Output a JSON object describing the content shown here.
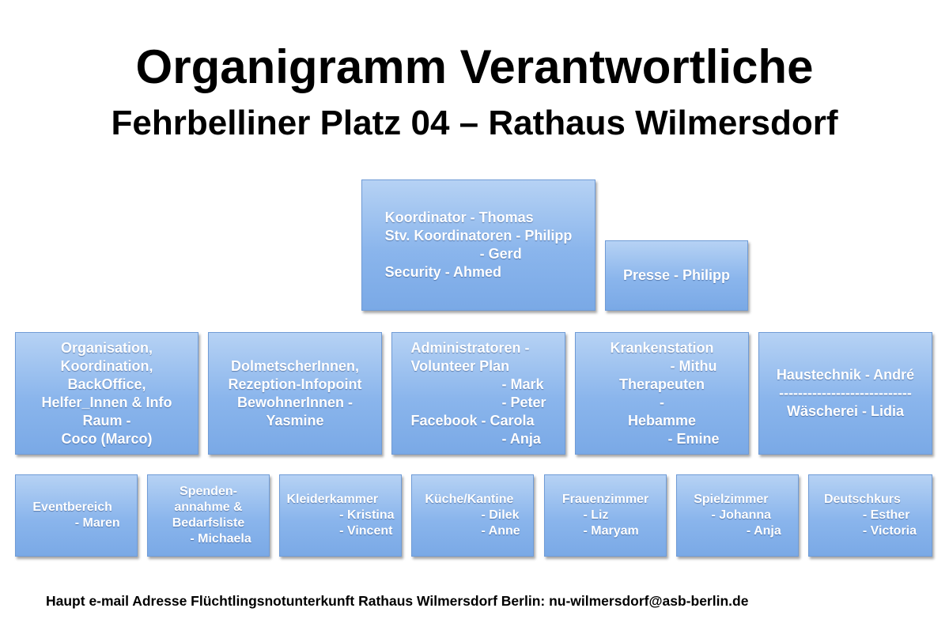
{
  "header": {
    "title": "Organigramm Verantwortliche",
    "subtitle": "Fehrbelliner Platz 04 – Rathaus Wilmersdorf"
  },
  "boxes": {
    "top_coordinator": {
      "text": "Koordinator - Thomas\nStv. Koordinatoren - Philipp\n                        - Gerd\nSecurity - Ahmed"
    },
    "top_press": {
      "text": "Presse - Philipp"
    },
    "mid_organisation": {
      "text": "Organisation,\nKoordination,\nBackOffice,\nHelfer_Innen & Info\nRaum -\nCoco (Marco)"
    },
    "mid_dolmetscher": {
      "text": "DolmetscherInnen,\nRezeption-Infopoint\nBewohnerInnen -\nYasmine"
    },
    "mid_administratoren": {
      "text": "Administratoren -\nVolunteer Plan\n                       - Mark\n                       - Peter\nFacebook - Carola\n                       - Anja"
    },
    "mid_krankenstation": {
      "text": "Krankenstation\n                - Mithu\nTherapeuten\n-\nHebamme\n                - Emine"
    },
    "mid_haustechnik": {
      "text": "Haustechnik - André\n----------------------------\nWäscherei - Lidia"
    },
    "low_event": {
      "text": "Eventbereich\n            - Maren"
    },
    "low_spenden": {
      "text": "Spenden-\nannahme &\nBedarfsliste\n       - Michaela"
    },
    "low_kleider": {
      "text": "Kleiderkammer\n               - Kristina\n               - Vincent"
    },
    "low_kueche": {
      "text": "Küche/Kantine\n                - Dilek\n                - Anne"
    },
    "low_frauen": {
      "text": "Frauenzimmer\n      - Liz\n      - Maryam"
    },
    "low_spiel": {
      "text": "Spielzimmer\n     - Johanna\n               - Anja"
    },
    "low_deutsch": {
      "text": "Deutschkurs\n           - Esther\n           - Victoria"
    }
  },
  "footer": {
    "text": "Haupt e-mail Adresse Flüchtlingsnotunterkunft Rathaus Wilmersdorf Berlin: nu-wilmersdorf@asb-berlin.de"
  }
}
